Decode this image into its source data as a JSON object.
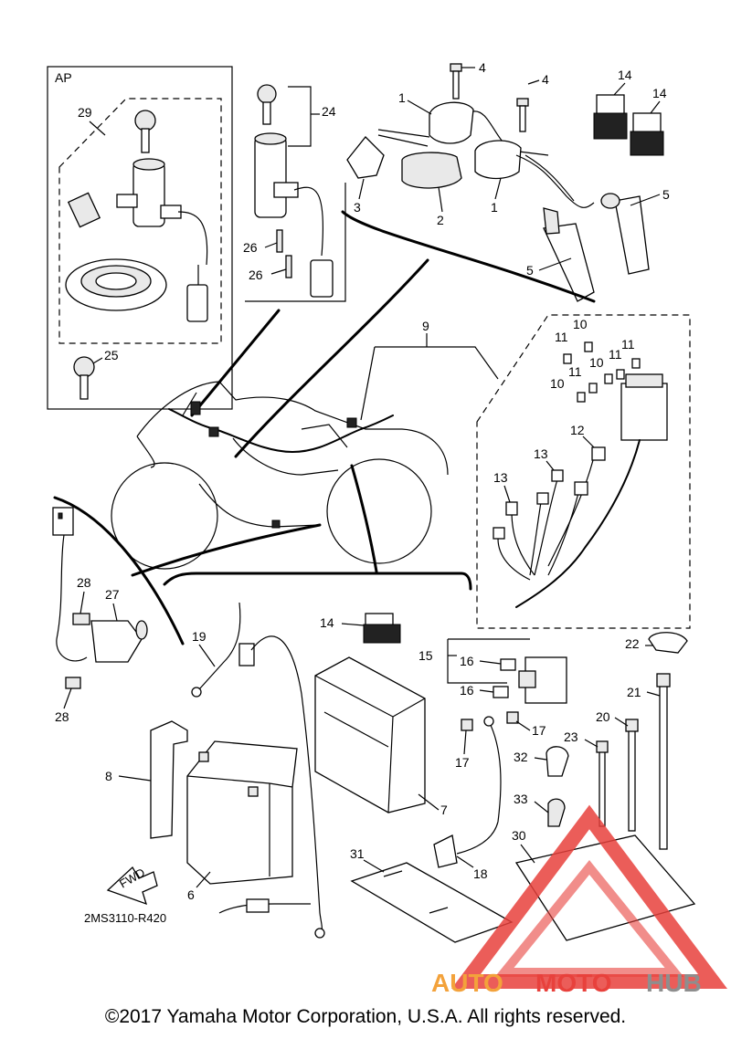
{
  "labels": {
    "ap": "AP",
    "c1a": "1",
    "c1b": "1",
    "c2": "2",
    "c3": "3",
    "c4a": "4",
    "c4b": "4",
    "c5a": "5",
    "c5b": "5",
    "c6": "6",
    "c7": "7",
    "c8": "8",
    "c9": "9",
    "c10a": "10",
    "c10b": "10",
    "c10c": "10",
    "c11a": "11",
    "c11b": "11",
    "c11c": "11",
    "c11d": "11",
    "c12": "12",
    "c13a": "13",
    "c13b": "13",
    "c14a": "14",
    "c14b": "14",
    "c14c": "14",
    "c15": "15",
    "c16a": "16",
    "c16b": "16",
    "c17a": "17",
    "c17b": "17",
    "c18": "18",
    "c19": "19",
    "c20": "20",
    "c21": "21",
    "c22": "22",
    "c23": "23",
    "c24": "24",
    "c25": "25",
    "c26a": "26",
    "c26b": "26",
    "c27": "27",
    "c28a": "28",
    "c28b": "28",
    "c29": "29",
    "c30": "30",
    "c31": "31",
    "c32": "32",
    "c33": "33",
    "fwd": "FWD",
    "code": "2MS3110-R420"
  },
  "watermark": {
    "auto": "AUTO",
    "moto": "MOTO",
    "hub": "HUB",
    "colors": {
      "red": "#e8413c",
      "orange": "#f3a23b",
      "gray": "#8e8e8e"
    }
  },
  "footer": "©2017 Yamaha Motor Corporation, U.S.A. All rights reserved."
}
